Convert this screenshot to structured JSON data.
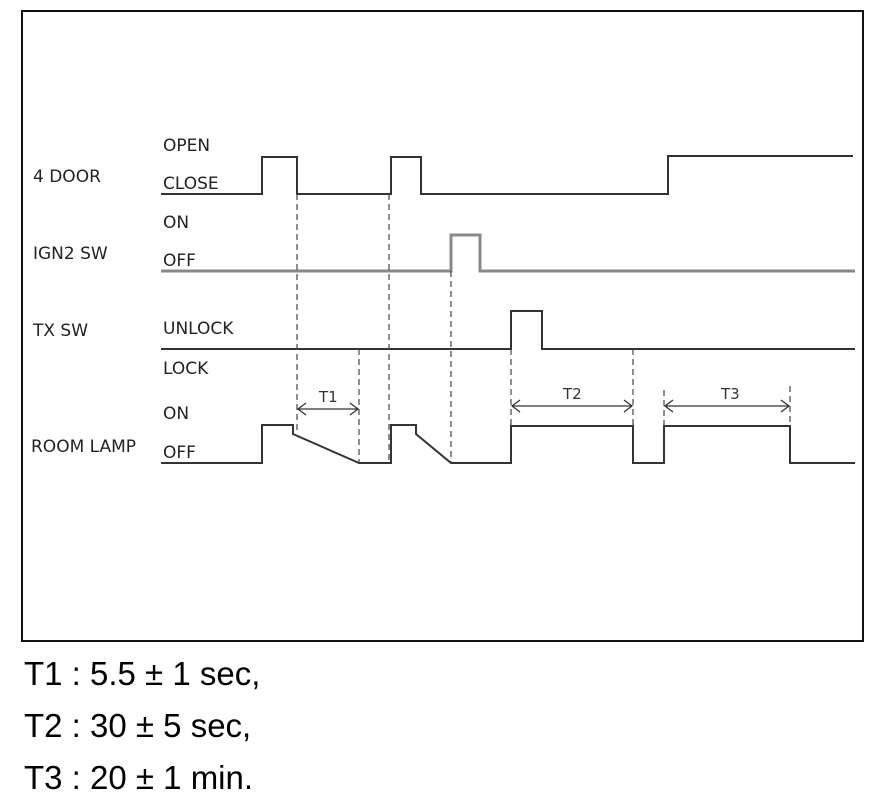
{
  "signals": [
    {
      "name": "4 DOOR",
      "high_state": "OPEN",
      "low_state": "CLOSE"
    },
    {
      "name": "IGN2 SW",
      "high_state": "ON",
      "low_state": "OFF"
    },
    {
      "name": "TX SW",
      "high_state": "UNLOCK",
      "low_state": "LOCK"
    },
    {
      "name": "ROOM LAMP",
      "high_state": "ON",
      "low_state": "OFF"
    }
  ],
  "durations": {
    "t1": "T1",
    "t2": "T2",
    "t3": "T3"
  },
  "notes": [
    "T1 : 5.5 ± 1 sec,",
    "T2 : 30 ± 5 sec,",
    "T3 : 20 ± 1 min."
  ]
}
